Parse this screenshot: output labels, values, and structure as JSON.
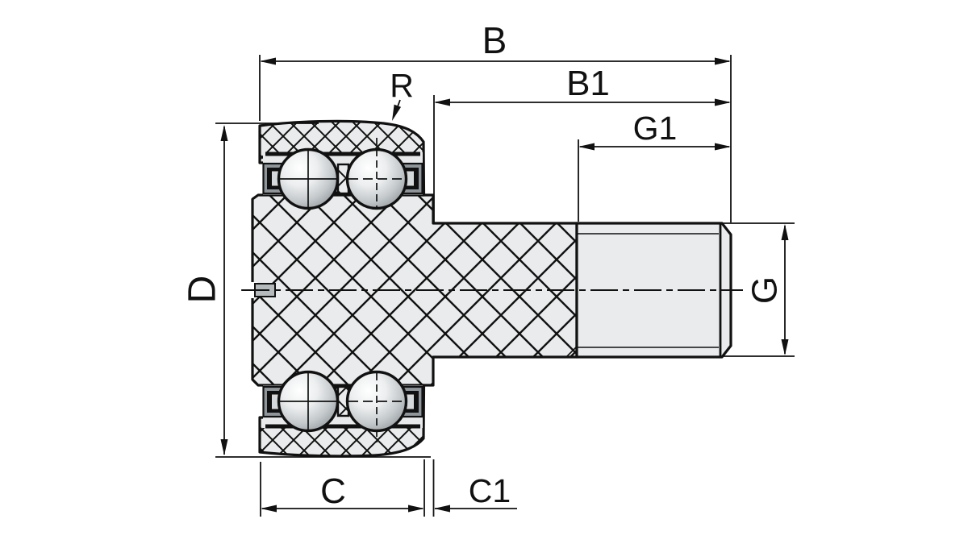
{
  "title": "Stud-type track roller bearing - dimensioned cross-section drawing",
  "colors": {
    "background": "#ffffff",
    "line": "#111111",
    "part_fill": "#e9ebec",
    "cavity_fill": "#e7e9ea",
    "seal_outer": "#8f969b",
    "seal_dark": "#101010",
    "seal_core": "#d5d9db",
    "plug_fill": "#b5babd"
  },
  "dimensions": {
    "B": {
      "label": "B",
      "meaning": "overall length"
    },
    "B1": {
      "label": "B1",
      "meaning": "stud length"
    },
    "G1": {
      "label": "G1",
      "meaning": "thread length"
    },
    "R": {
      "label": "R",
      "meaning": "outer ring corner radius"
    },
    "D": {
      "label": "D",
      "meaning": "outer ring diameter"
    },
    "G": {
      "label": "G",
      "meaning": "thread diameter"
    },
    "C": {
      "label": "C",
      "meaning": "outer ring width"
    },
    "C1": {
      "label": "C1",
      "meaning": "flange protrusion"
    }
  }
}
